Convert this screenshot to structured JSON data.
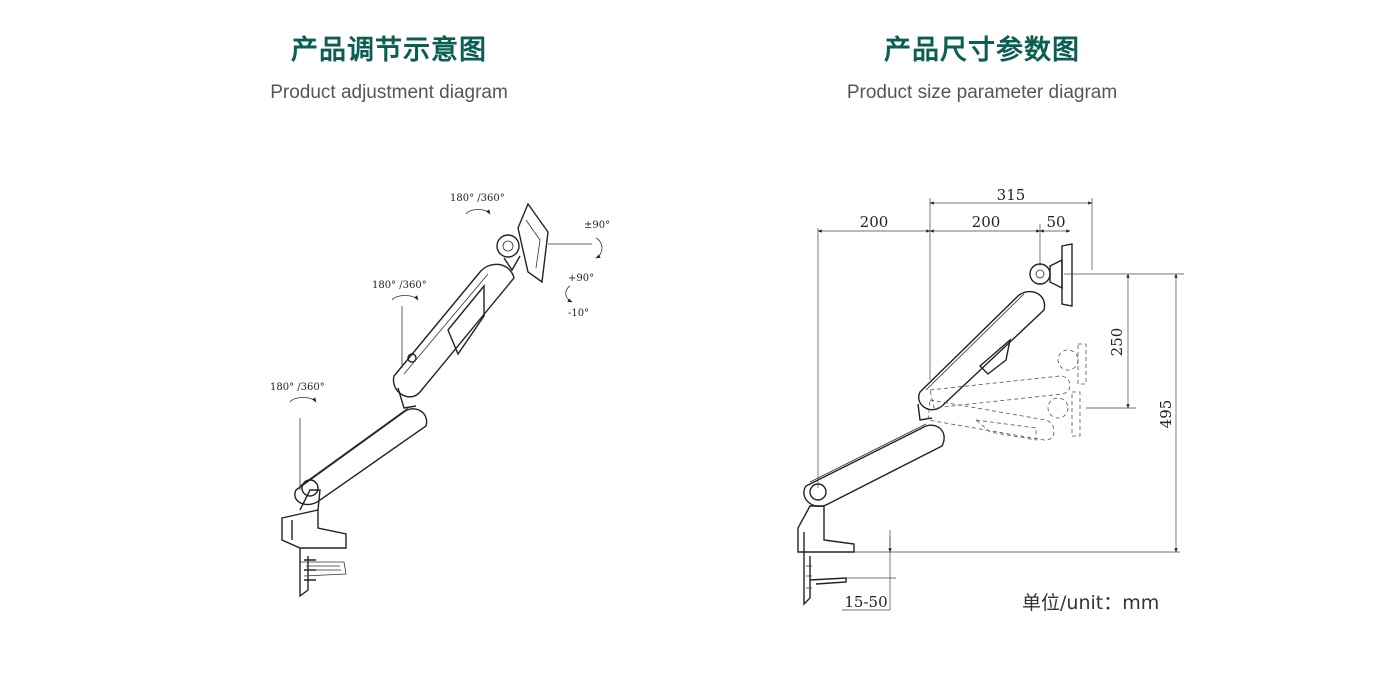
{
  "left_panel": {
    "title": "产品调节示意图",
    "subtitle": "Product adjustment diagram",
    "annotations": {
      "top_rotation": "180° /360°",
      "tilt_90": "±90°",
      "tilt_pos": "+90°",
      "tilt_neg": "-10°",
      "mid_rotation": "180° /360°",
      "base_rotation": "180° /360°"
    }
  },
  "right_panel": {
    "title": "产品尺寸参数图",
    "subtitle": "Product size parameter diagram",
    "dimensions": {
      "total_reach": "315",
      "lower_arm": "200",
      "upper_arm": "200",
      "head": "50",
      "height_adjust": "250",
      "total_height": "495",
      "desk_thickness": "15-50"
    },
    "unit_label": "单位/unit：mm"
  }
}
